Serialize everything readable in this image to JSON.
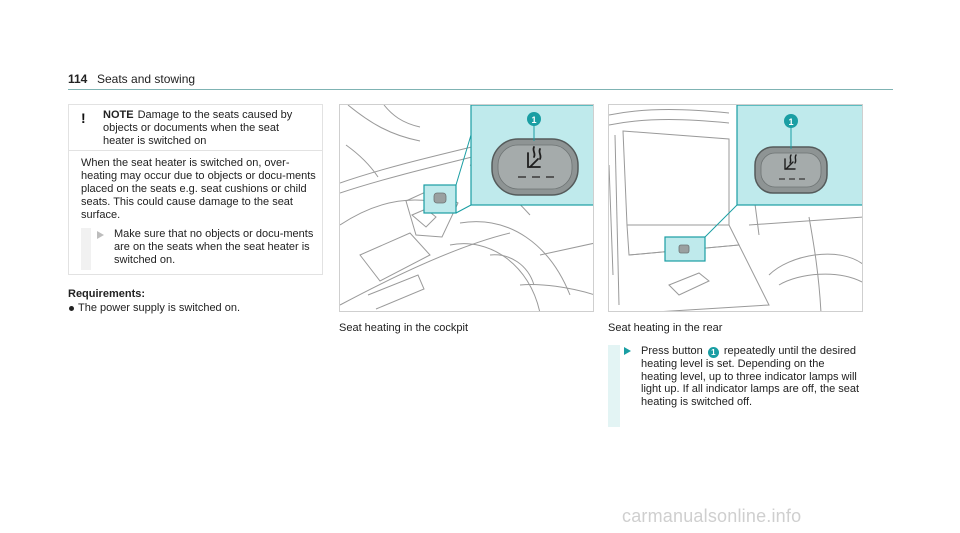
{
  "header": {
    "page_number": "114",
    "section_title": "Seats and stowing"
  },
  "note": {
    "icon": "exclamation-icon",
    "label": "NOTE",
    "heading": "Damage to the seats caused by objects or documents when the seat heater is switched on",
    "body": "When the seat heater is switched on, over-heating may occur due to objects or docu-ments placed on the seats e.g. seat cushions or child seats. This could cause damage to the seat surface.",
    "step": "Make sure that no objects or docu-ments are on the seats when the seat heater is switched on."
  },
  "requirements": {
    "title": "Requirements:",
    "items": [
      "The power supply is switched on."
    ]
  },
  "figures": {
    "cockpit": {
      "callout": "1",
      "caption": "Seat heating in the cockpit"
    },
    "rear": {
      "callout": "1",
      "caption": "Seat heating in the rear"
    }
  },
  "instruction": {
    "text_before": "Press button",
    "callout": "1",
    "text_after": "repeatedly until the desired heating level is set. Depending on the heating level, up to three indicator lamps will light up. If all indicator lamps are off, the seat heating is switched off."
  },
  "colors": {
    "accent": "#1a9ea3",
    "highlight_panel": "#bfeaec",
    "rule": "#7fb3b3"
  },
  "watermark": "carmanualsonline.info"
}
